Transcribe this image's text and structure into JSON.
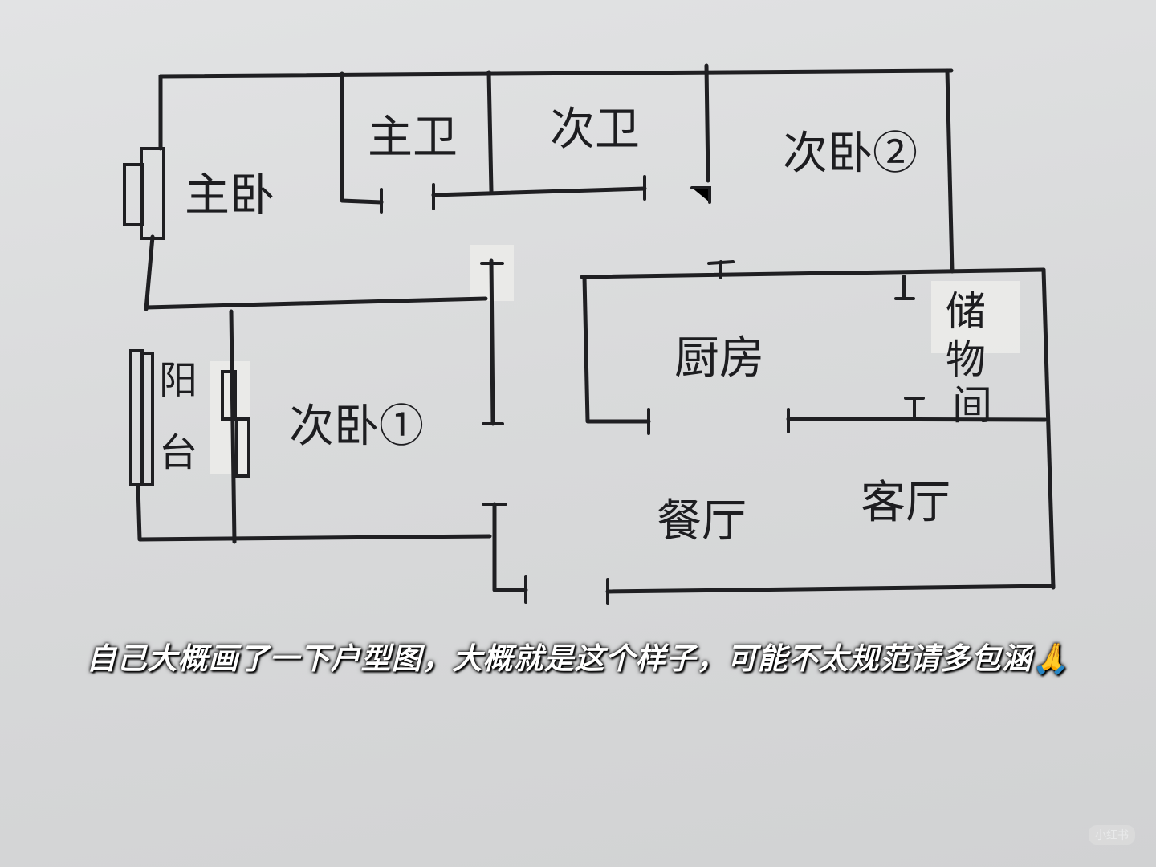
{
  "rooms": {
    "master_bedroom": "主卧",
    "master_bathroom": "主卫",
    "second_bathroom": "次卫",
    "bedroom_2": "次卧②",
    "balcony_1": "阳",
    "balcony_2": "台",
    "bedroom_1": "次卧①",
    "kitchen": "厨房",
    "storage_1": "储",
    "storage_2": "物",
    "storage_3": "间",
    "dining": "餐厅",
    "living": "客厅"
  },
  "caption": "自己大概画了一下户型图，大概就是这个样子，可能不太规范请多包涵🙏",
  "watermark": "小红书"
}
